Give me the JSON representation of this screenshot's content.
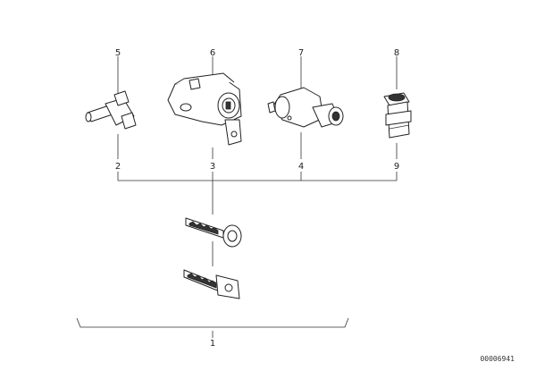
{
  "diagram": {
    "callouts": [
      "1",
      "2",
      "3",
      "4",
      "5",
      "6",
      "7",
      "8",
      "9"
    ],
    "drawing_number": "00006941"
  }
}
